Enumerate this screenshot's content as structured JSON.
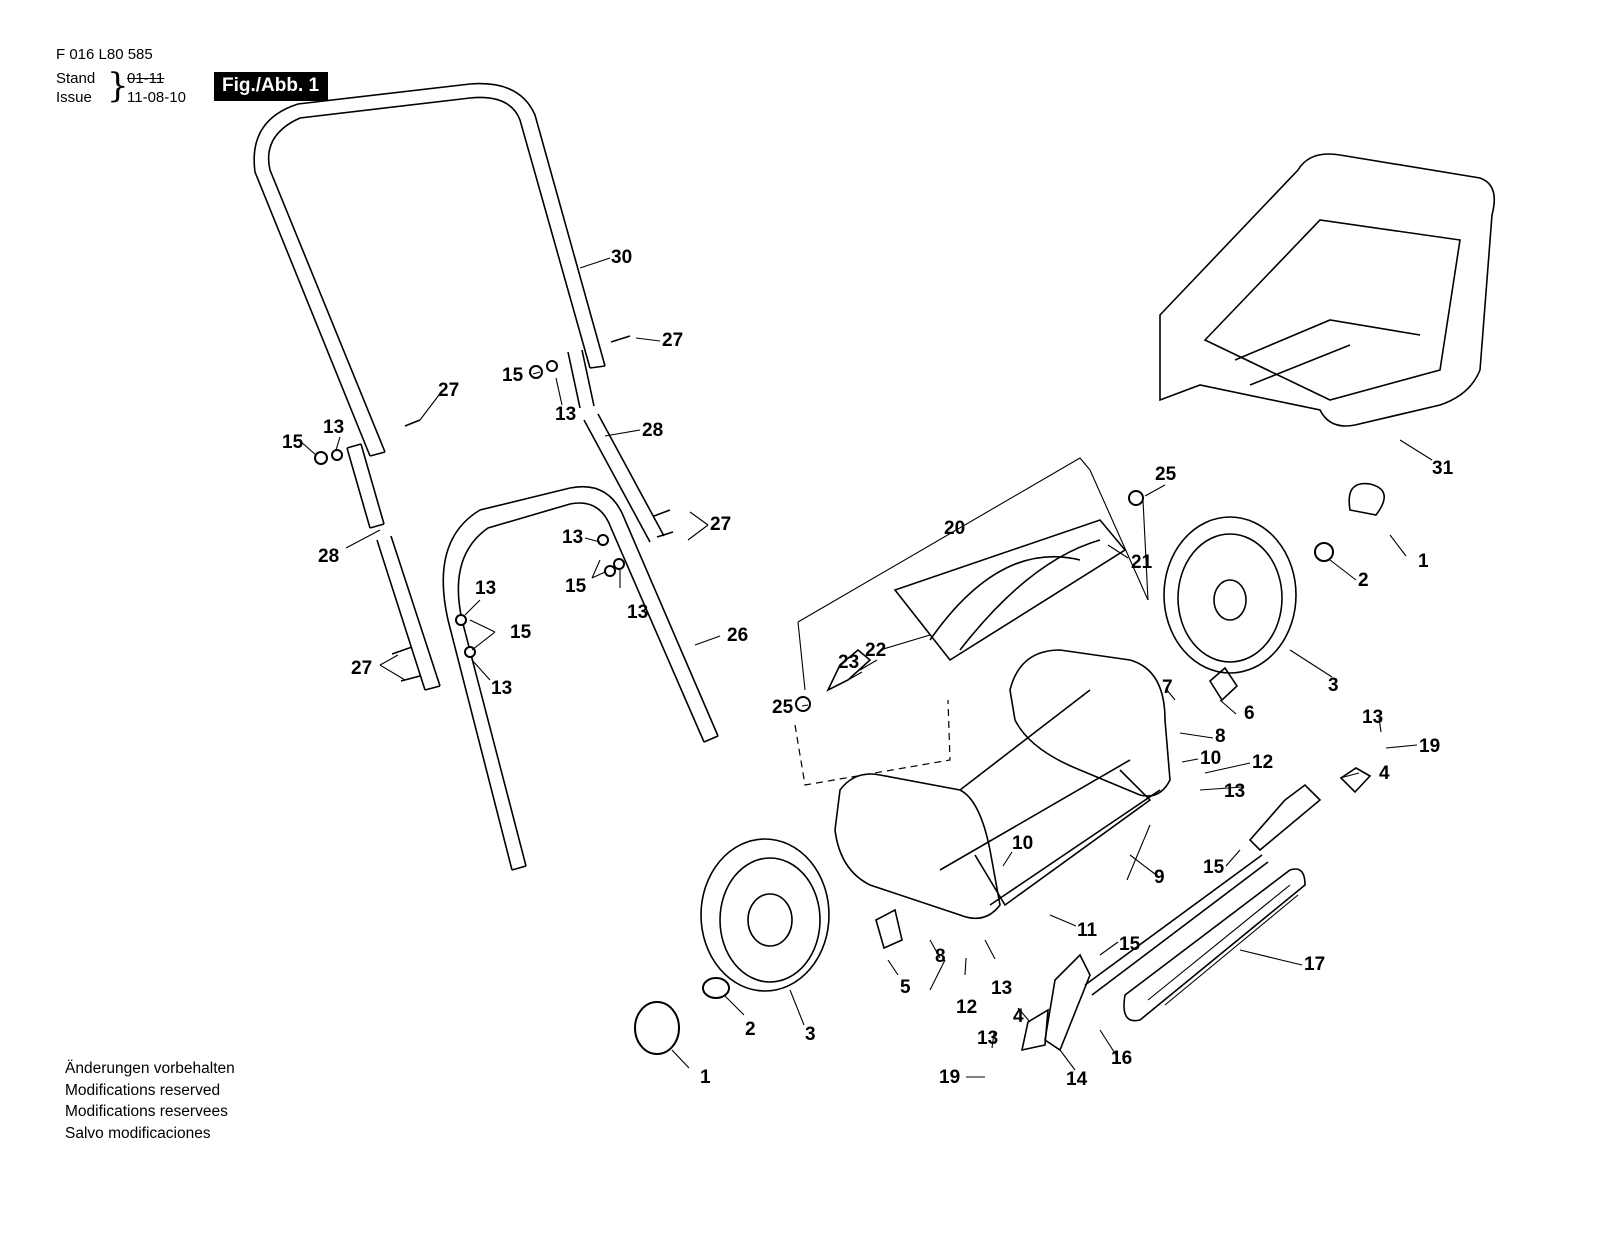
{
  "header": {
    "doc_number": "F 016 L80 585",
    "stand_label": "Stand",
    "issue_label": "Issue",
    "old_date": "01-11",
    "new_date": "11-08-10",
    "figure_label": "Fig./Abb. 1"
  },
  "notes": [
    "Änderungen vorbehalten",
    "Modifications reserved",
    "Modifications reservees",
    "Salvo modificaciones"
  ],
  "callouts": {
    "c30": "30",
    "c27a": "27",
    "c27b": "27",
    "c15a": "15",
    "c13a": "13",
    "c15b": "15",
    "c13b": "13",
    "c28a": "28",
    "c28b": "28",
    "c27c": "27",
    "c13c": "13",
    "c15c": "15",
    "c13d": "13",
    "c13e": "13",
    "c15d": "15",
    "c13f": "13",
    "c27d": "27",
    "c26": "26",
    "c31": "31",
    "c25a": "25",
    "c20": "20",
    "c21": "21",
    "c22": "22",
    "c23": "23",
    "c25b": "25",
    "c1a": "1",
    "c2a": "2",
    "c3a": "3",
    "c6": "6",
    "c7": "7",
    "c8a": "8",
    "c10a": "10",
    "c12a": "12",
    "c13g": "13",
    "c13h": "13",
    "c19a": "19",
    "c4a": "4",
    "c10b": "10",
    "c9": "9",
    "c11": "11",
    "c15e": "15",
    "c15f": "15",
    "c17": "17",
    "c3b": "3",
    "c2b": "2",
    "c1b": "1",
    "c5": "5",
    "c8b": "8",
    "c12b": "12",
    "c13i": "13",
    "c4b": "4",
    "c13j": "13",
    "c19b": "19",
    "c14": "14",
    "c16": "16"
  }
}
